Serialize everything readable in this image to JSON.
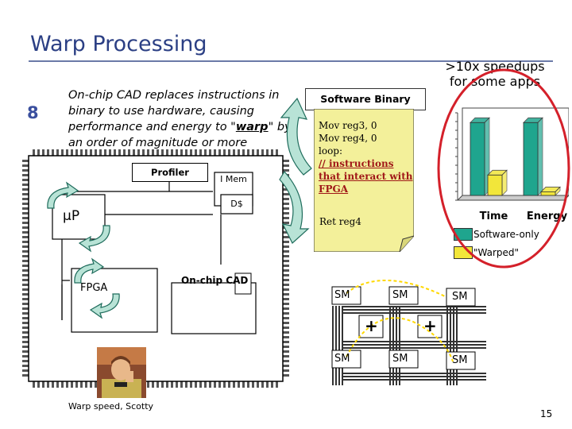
{
  "slide": {
    "title": "Warp Processing",
    "speedup_note": ">10x speedups for some apps",
    "bullet_icon": "8",
    "bullet_text_before": "On-chip CAD replaces instructions in binary to use hardware, causing performance and energy to \"",
    "bullet_text_emph": "warp",
    "bullet_text_after": "\" by an order of magnitude or more",
    "page_number": "15"
  },
  "chip": {
    "profiler": "Profiler",
    "imem": "I Mem",
    "dcache": "D$",
    "microprocessor": "µP",
    "fpga": "FPGA",
    "cad": "On-chip CAD",
    "photo_caption": "Warp speed, Scotty"
  },
  "software_binary": {
    "header": "Software Binary",
    "lines": [
      "Mov reg3, 0",
      "Mov reg4, 0",
      "loop:"
    ],
    "highlight": "// instructions that interact with FPGA",
    "last_line": "Ret reg4"
  },
  "chart_data": {
    "type": "bar",
    "categories": [
      "Time",
      "Energy"
    ],
    "series": [
      {
        "name": "Software-only",
        "values": [
          1.0,
          1.0
        ]
      },
      {
        "name": "\"Warped\"",
        "values": [
          0.28,
          0.05
        ]
      }
    ],
    "ylim": [
      0,
      1.2
    ],
    "title": "",
    "xlabel": "",
    "ylabel": "",
    "colors": {
      "software": "#1fa58e",
      "warped": "#f2e63a"
    }
  },
  "legend": {
    "software": "Software-only",
    "warped": "\"Warped\""
  },
  "fabric": {
    "sm": "SM",
    "plus": "+"
  },
  "colors": {
    "title": "#2b3f84",
    "note_fill": "#f3f09a",
    "arrow_fill": "#b8e3d6",
    "highlight_circle": "#d4202a",
    "routing": "#ffd800"
  }
}
